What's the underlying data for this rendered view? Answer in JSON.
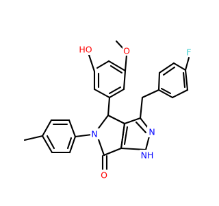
{
  "structure": {
    "atoms": {
      "hydroxyl_O": {
        "text": "HO",
        "color": "#ff0000"
      },
      "methoxy_O": {
        "text": "O",
        "color": "#ff0000"
      },
      "fluoro_F": {
        "text": "F",
        "color": "#33cccc"
      },
      "pyrrolidinone_N": {
        "text": "N",
        "color": "#0000ff"
      },
      "pyrazole_N2": {
        "text": "N",
        "color": "#0000ff"
      },
      "pyrazole_NH": {
        "text": "NH",
        "color": "#0000ff"
      },
      "carbonyl_O": {
        "text": "O",
        "color": "#ff0000"
      }
    },
    "bond_color": "#000000"
  }
}
